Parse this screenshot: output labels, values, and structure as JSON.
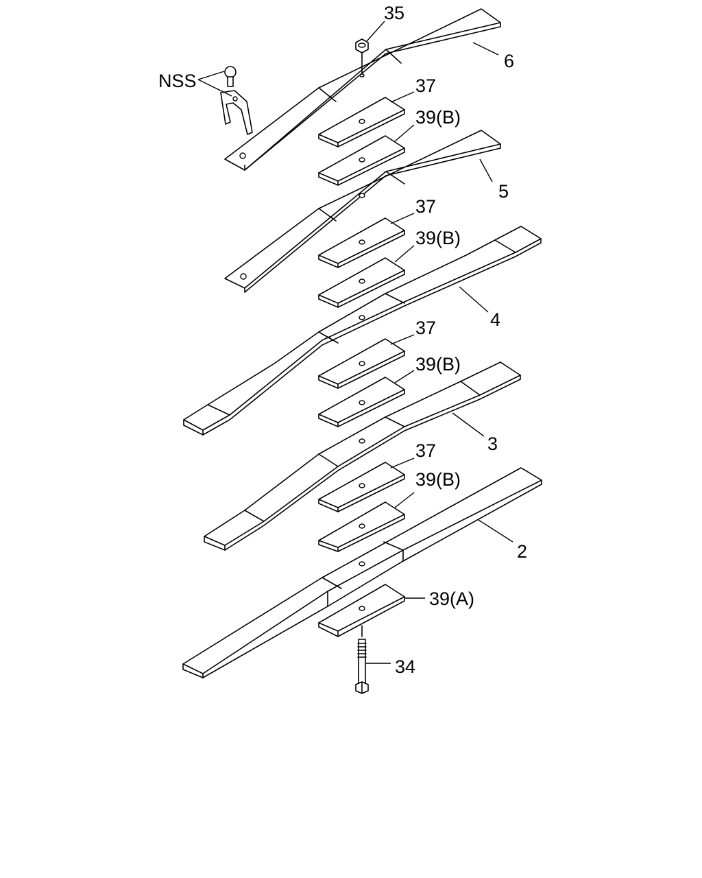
{
  "diagram": {
    "callouts": {
      "nss": "NSS",
      "p35": "35",
      "p6": "6",
      "p5": "5",
      "p4": "4",
      "p3": "3",
      "p2": "2",
      "p34": "34",
      "p37_1": "37",
      "p37_2": "37",
      "p37_3": "37",
      "p37_4": "37",
      "p39b_1": "39(B)",
      "p39b_2": "39(B)",
      "p39b_3": "39(B)",
      "p39b_4": "39(B)",
      "p39a": "39(A)"
    }
  }
}
